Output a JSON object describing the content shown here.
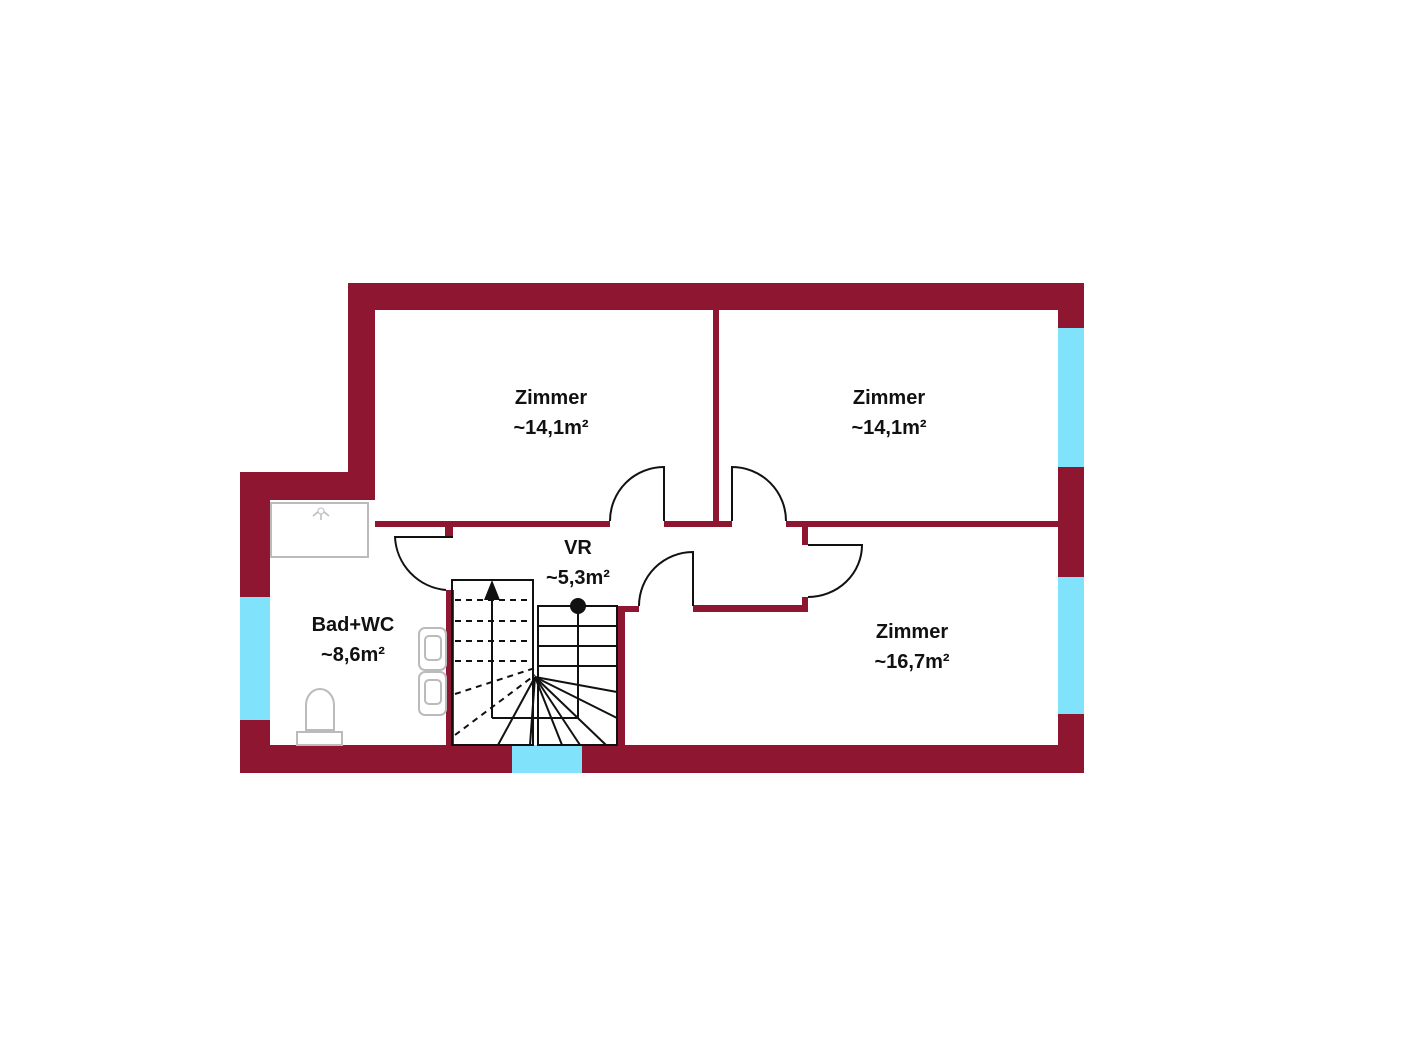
{
  "colors": {
    "wall": "#8e1630",
    "window": "#80e3fb"
  },
  "rooms": [
    {
      "name": "Zimmer",
      "area": "~14,1m²"
    },
    {
      "name": "Zimmer",
      "area": "~14,1m²"
    },
    {
      "name": "VR",
      "area": "~5,3m²"
    },
    {
      "name": "Bad+WC",
      "area": "~8,6m²"
    },
    {
      "name": "Zimmer",
      "area": "~16,7m²"
    }
  ]
}
